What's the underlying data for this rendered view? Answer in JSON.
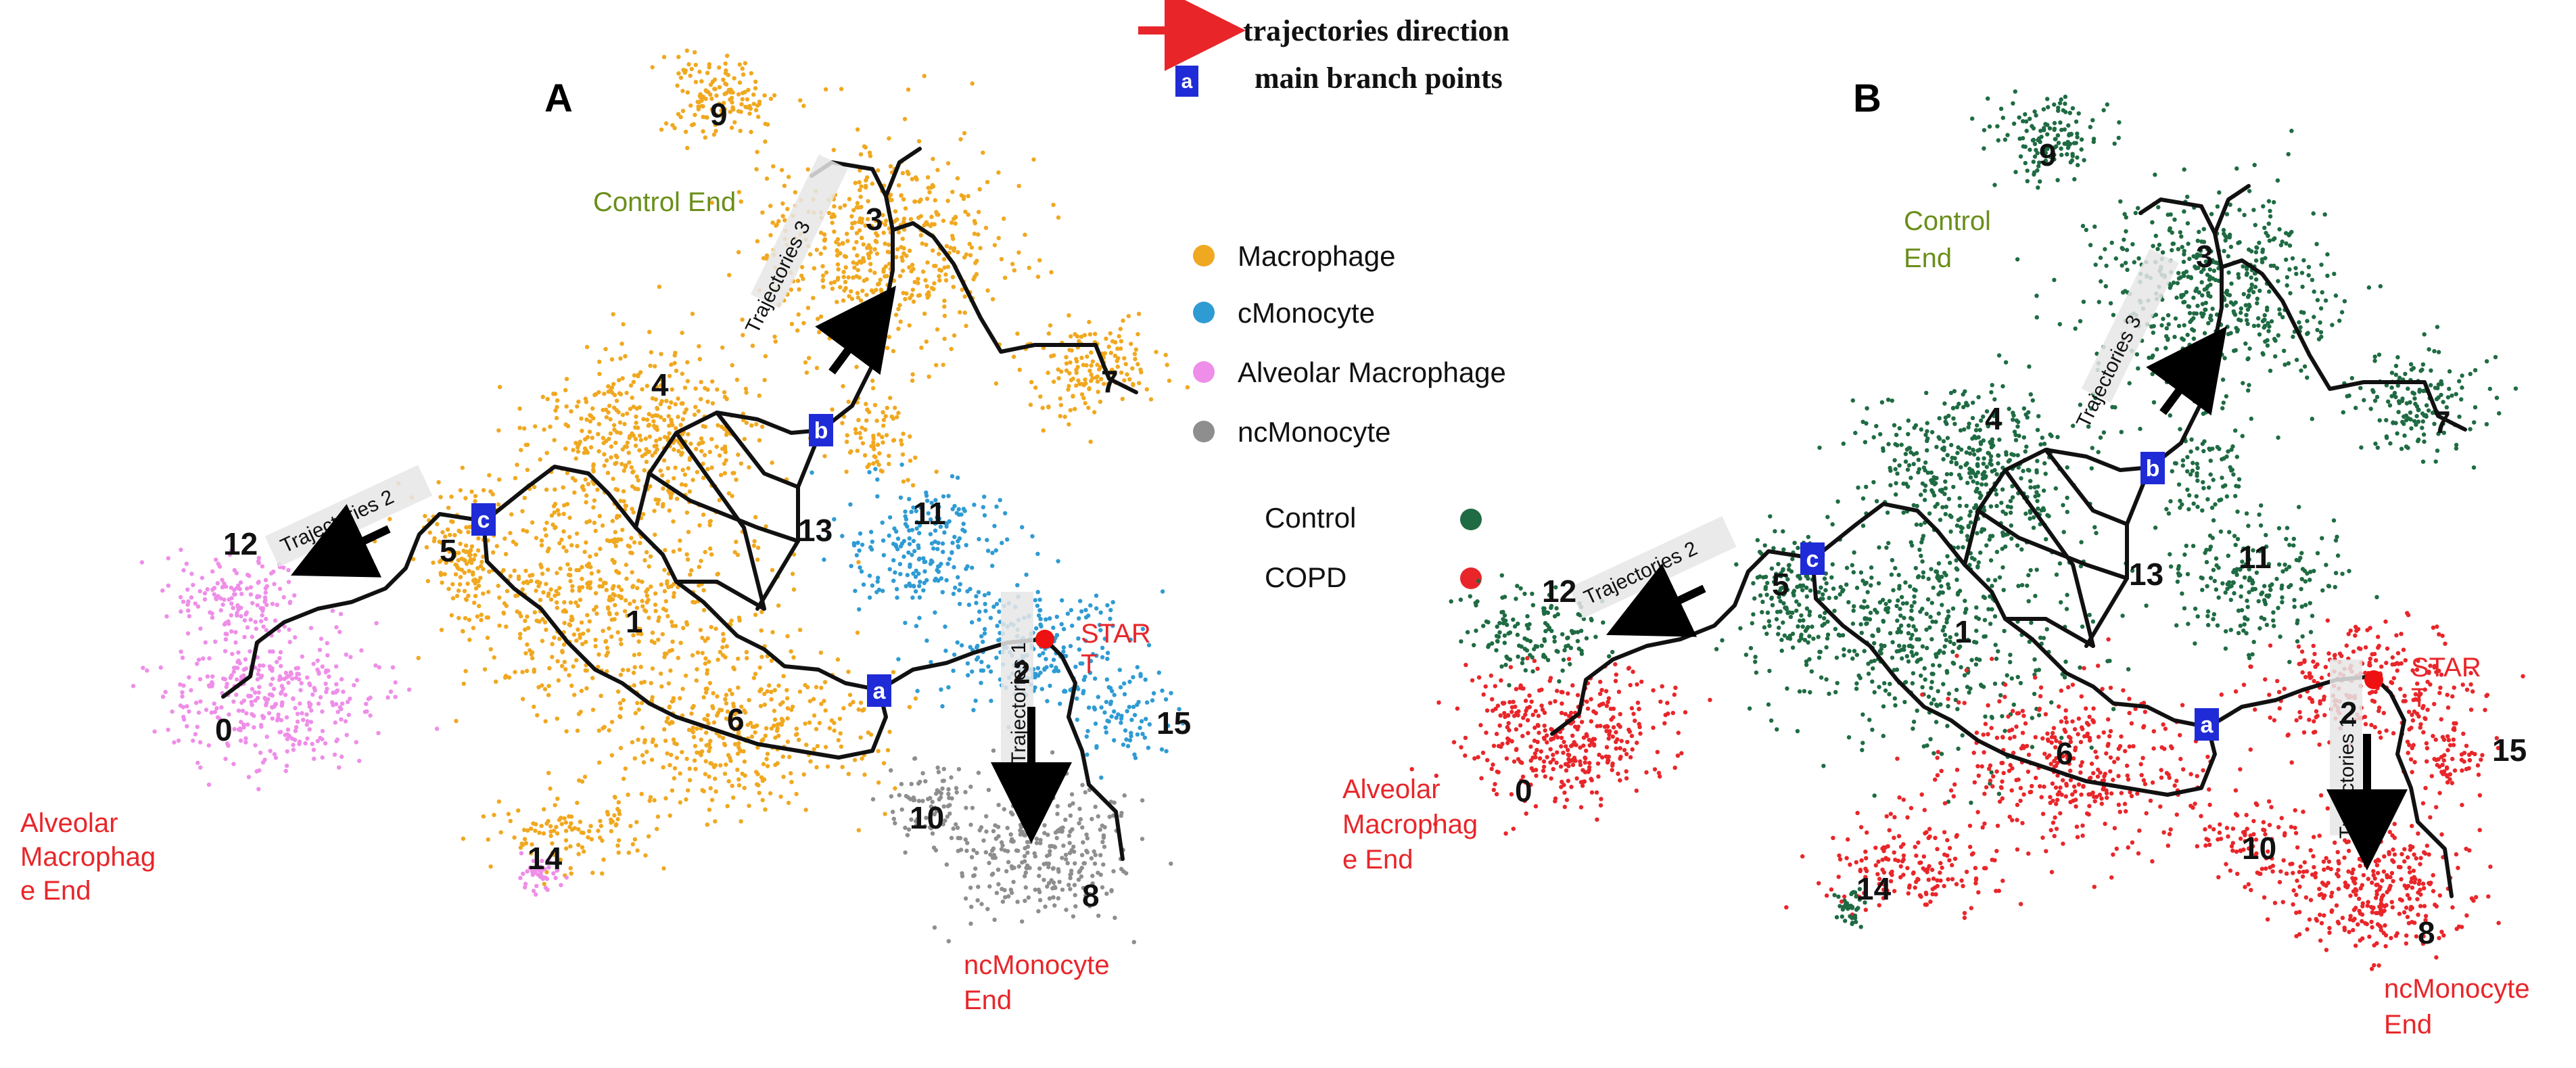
{
  "legend_top": {
    "arrow_label": "trajectories direction",
    "branch_symbol": "a",
    "branch_label": "main branch points"
  },
  "colors": {
    "macrophage": "#f0a820",
    "cmonocyte": "#2f9bd3",
    "alveolar_macrophage": "#ee8ee8",
    "ncmonocyte": "#8e8e8e",
    "control": "#1f6b43",
    "copd": "#e8262a",
    "branch_point": "#1f2bd6",
    "start": "#ee1111",
    "end_label_red": "#e8262a",
    "end_label_green": "#6a8e1a"
  },
  "panels": [
    {
      "id": "A",
      "title": "A",
      "cell_type_legend": [
        "Macrophage",
        "cMonocyte",
        "Alveolar Macrophage",
        "ncMonocyte"
      ],
      "ends": {
        "control": "Control End",
        "alveolar": [
          "Alveolar",
          "Macrophag",
          "e End"
        ],
        "ncmonocyte": [
          "ncMonocyte",
          "End"
        ]
      },
      "start": [
        "STAR",
        "T"
      ],
      "trajectories": [
        "Trajectories 1",
        "Trajectories 2",
        "Trajectories 3"
      ],
      "branch_points": [
        "a",
        "b",
        "c"
      ],
      "clusters": [
        "0",
        "1",
        "2",
        "3",
        "4",
        "5",
        "6",
        "7",
        "8",
        "9",
        "10",
        "11",
        "12",
        "13",
        "14",
        "15"
      ]
    },
    {
      "id": "B",
      "title": "B",
      "condition_legend": [
        "Control",
        "COPD"
      ],
      "ends": {
        "control": [
          "Control",
          "End"
        ],
        "alveolar": [
          "Alveolar",
          "Macrophag",
          "e End"
        ],
        "ncmonocyte": [
          "ncMonocyte",
          "End"
        ]
      },
      "start": [
        "STAR",
        "T"
      ],
      "trajectories": [
        "Trajectories 1",
        "Trajectories 2",
        "Trajectories 3"
      ],
      "branch_points": [
        "a",
        "b",
        "c"
      ],
      "clusters": [
        "0",
        "1",
        "2",
        "3",
        "4",
        "5",
        "6",
        "7",
        "8",
        "9",
        "10",
        "11",
        "12",
        "13",
        "14",
        "15"
      ]
    }
  ]
}
